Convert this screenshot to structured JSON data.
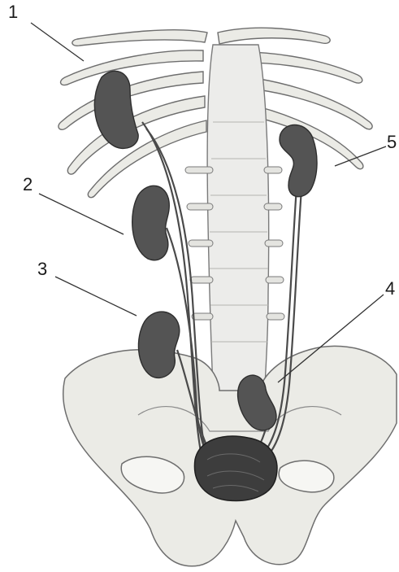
{
  "diagram": {
    "callouts": [
      {
        "number": "1",
        "target": "kidney-upper-right"
      },
      {
        "number": "2",
        "target": "kidney-middle-left"
      },
      {
        "number": "3",
        "target": "kidney-low-left"
      },
      {
        "number": "4",
        "target": "kidney-pelvic"
      },
      {
        "number": "5",
        "target": "kidney-normal"
      }
    ]
  },
  "colors": {
    "bone_fill": "#ebebe6",
    "bone_stroke": "#6e6e6e",
    "kidney": "#545454",
    "bladder": "#3d3d3d",
    "ureter": "#4a4a4a"
  }
}
